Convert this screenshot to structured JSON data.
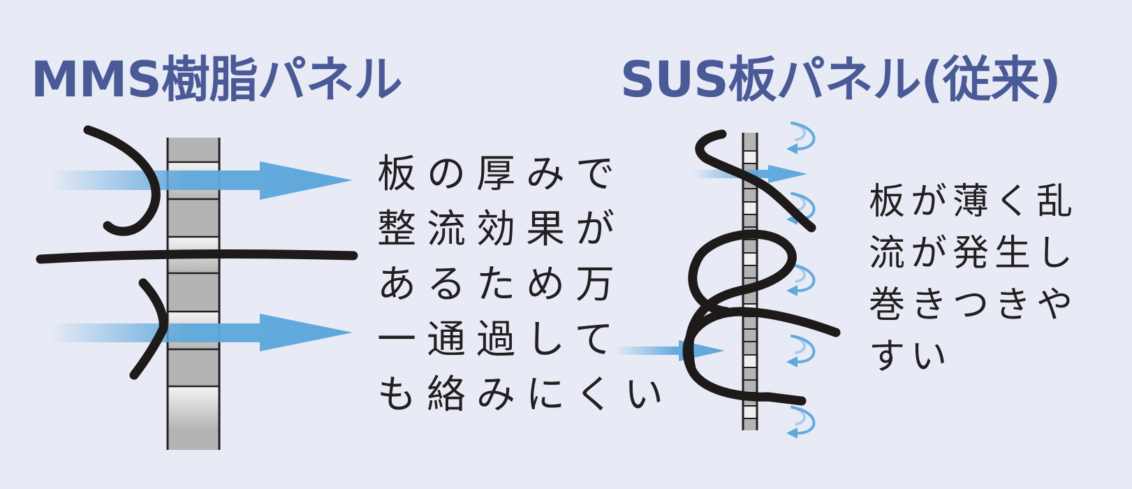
{
  "left_panel": {
    "title": "MMS樹脂パネル",
    "description_lines": [
      "板の厚みで",
      "整流効果が",
      "あるため万",
      "一通過して",
      "も絡みにくい"
    ]
  },
  "right_panel": {
    "title": "SUS板パネル(従来)",
    "description_lines": [
      "板が薄く乱",
      "流が発生し",
      "巻きつきや",
      "すい"
    ]
  },
  "colors": {
    "background": "#e8ebf6",
    "title": "#4a5a97",
    "airflow_arrow": "#5fa8dc",
    "fiber": "#1e1a1a",
    "panel_fill": "#b4b4b4"
  },
  "icons": [
    "airflow-arrow-icon",
    "fiber-strand-icon",
    "turbulence-swirl-icon"
  ]
}
